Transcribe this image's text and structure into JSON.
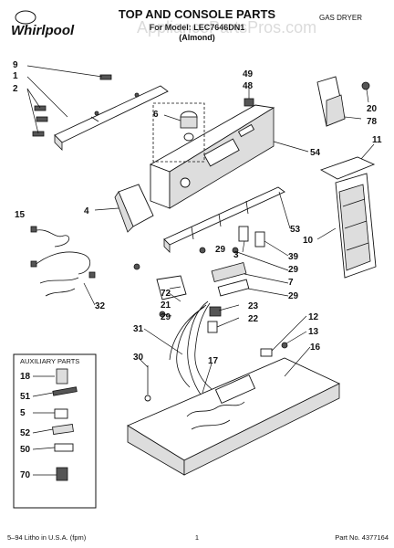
{
  "header": {
    "brand": "Whirlpool",
    "title": "TOP AND CONSOLE PARTS",
    "model_line": "For Model: LEC7646DN1",
    "color": "(Almond)",
    "type": "GAS DRYER",
    "watermark": "AppliancePartsPros.com"
  },
  "auxiliary": {
    "title": "AUXILIARY PARTS",
    "items": [
      "18",
      "51",
      "5",
      "52",
      "50",
      "70"
    ]
  },
  "callouts": [
    "9",
    "1",
    "2",
    "49",
    "48",
    "6",
    "20",
    "78",
    "54",
    "11",
    "4",
    "15",
    "53",
    "10",
    "39",
    "29",
    "3",
    "29",
    "7",
    "72",
    "21",
    "29",
    "23",
    "22",
    "29",
    "31",
    "32",
    "12",
    "13",
    "16",
    "30",
    "17"
  ],
  "footer": {
    "left": "5–94 Litho in U.S.A. (fpm)",
    "page": "1",
    "part_no": "Part No. 4377164"
  }
}
